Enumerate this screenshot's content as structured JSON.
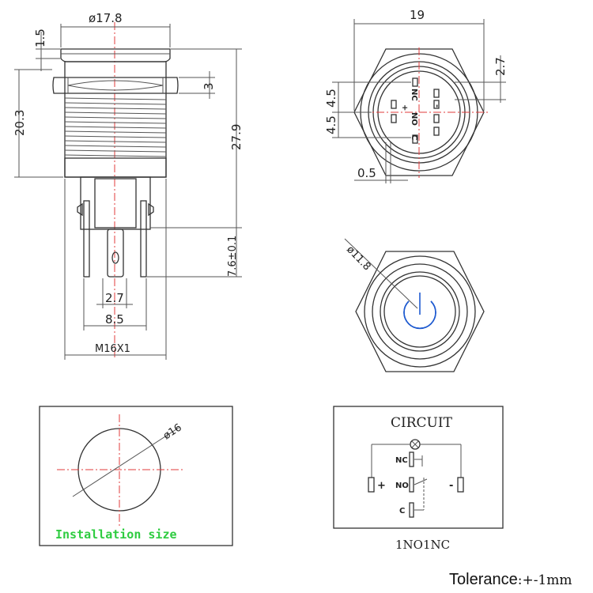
{
  "side_view": {
    "dims": {
      "head_diameter": "ø17.8",
      "head_height": "1.5",
      "body_length": "20.3",
      "nut_thickness": "3",
      "total_length": "27.9",
      "pin_length": "7.6±0.1",
      "pin_spacing": "2.7",
      "pin_span": "8.5",
      "thread": "M16X1"
    }
  },
  "back_view": {
    "dims": {
      "hex_width": "19",
      "terminal_offset": "2.7",
      "row_spacing_top": "4.5",
      "row_spacing_bottom": "4.5",
      "pin_width": "0.5"
    },
    "terminal_labels": [
      "NC",
      "NO",
      "C",
      "+",
      "-"
    ]
  },
  "front_view": {
    "dims": {
      "ring_diameter": "ø11.8"
    },
    "icon": "power-symbol-icon"
  },
  "installation": {
    "dims": {
      "hole_diameter": "ø16"
    },
    "label": "Installation size",
    "label_color": "#2ecc40"
  },
  "circuit": {
    "title": "CIRCUIT",
    "labels": {
      "nc": "NC",
      "no": "NO",
      "c": "C",
      "plus": "+",
      "minus": "-"
    },
    "caption": "1NO1NC"
  },
  "tolerance": {
    "label": "Tolerance",
    "value": ":+-1mm"
  },
  "colors": {
    "centerline": "#e23b3b",
    "icon": "#1f5bd0",
    "outline": "#333333"
  }
}
